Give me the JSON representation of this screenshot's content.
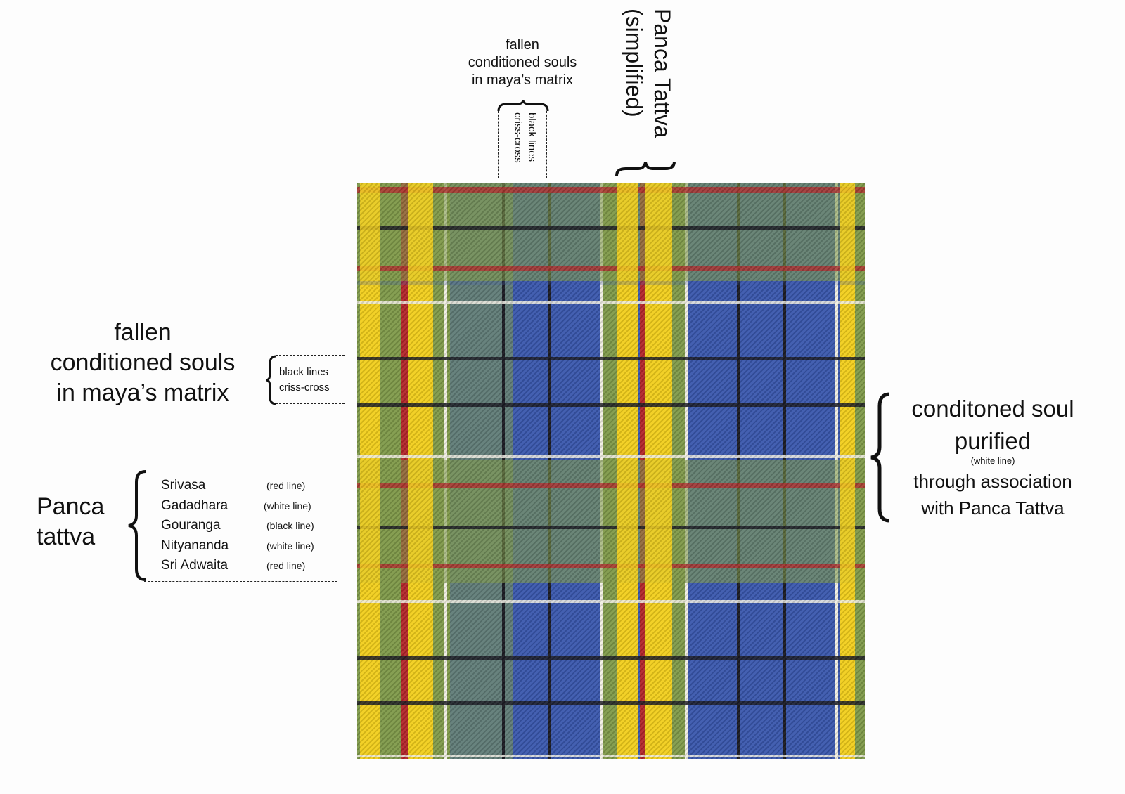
{
  "top_label": {
    "lines": [
      "fallen",
      "conditioned souls",
      "in maya’s matrix"
    ]
  },
  "top_box": {
    "lines": [
      "black lines",
      "criss-cross"
    ]
  },
  "panca_vertical": {
    "title": "Panca Tattva",
    "subtitle": "(simplified)"
  },
  "left_label": {
    "lines": [
      "fallen",
      "conditioned souls",
      "in maya’s matrix"
    ]
  },
  "left_box": {
    "lines": [
      "black lines",
      "criss-cross"
    ]
  },
  "panca_left": {
    "lines": [
      "Panca",
      "tattva"
    ]
  },
  "panca_members": [
    {
      "name": "Srivasa",
      "line": "(red line)"
    },
    {
      "name": "Gadadhara",
      "line": "(white line)"
    },
    {
      "name": "Gouranga",
      "line": "(black line)"
    },
    {
      "name": "Nityananda",
      "line": "(white line)"
    },
    {
      "name": "Sri Adwaita",
      "line": "(red line)"
    }
  ],
  "right_label": {
    "line1": "conditoned soul",
    "line2": "purified",
    "note": "(white line)",
    "line3": "through association",
    "line4": "with Panca Tattva"
  },
  "colors": {
    "blue": "#3a57ad",
    "yellow": "#f2cf1c",
    "green": "#7f9a4a",
    "red": "#b3262a",
    "black": "#1a1a22",
    "white": "#f1efe4"
  }
}
